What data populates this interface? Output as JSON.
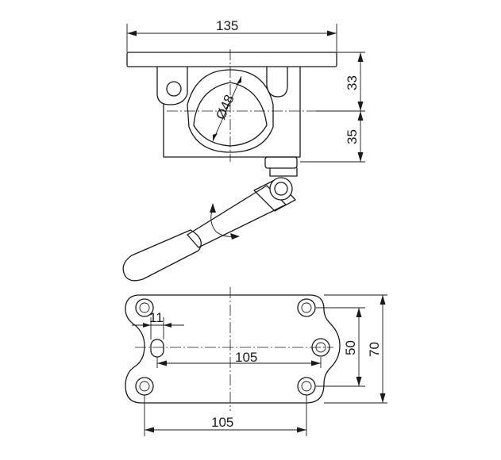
{
  "dimensions": {
    "top_width": "135",
    "upper_height": "33",
    "lower_height": "35",
    "diameter": "Ø48",
    "hole_diameter": "11",
    "slot_distance": "105",
    "hole_spacing_horizontal": "105",
    "hole_spacing_vertical": "50",
    "overall_height": "70"
  }
}
